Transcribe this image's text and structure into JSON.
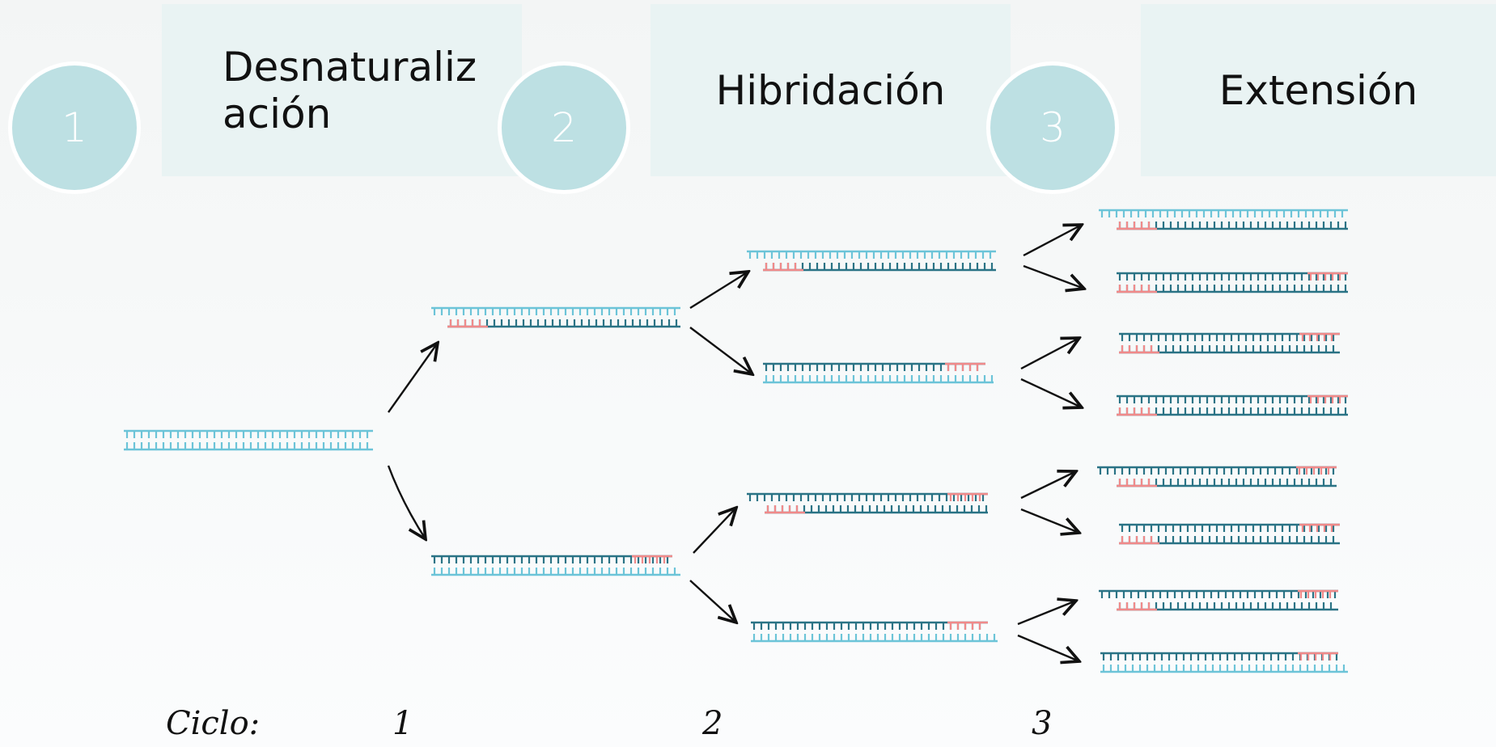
{
  "steps": [
    {
      "number": "1",
      "title_line1": "Desnaturaliz",
      "title_line2": "ación"
    },
    {
      "number": "2",
      "title": "Hibridación"
    },
    {
      "number": "3",
      "title": "Extensión"
    }
  ],
  "cycles": {
    "label": "Ciclo:",
    "values": [
      "1",
      "2",
      "3"
    ]
  },
  "colors": {
    "template_strand": "#6cc4d8",
    "new_strand": "#2a7385",
    "primer": "#f08a8a",
    "circle": "#bde0e3",
    "box": "#e9f3f3"
  }
}
